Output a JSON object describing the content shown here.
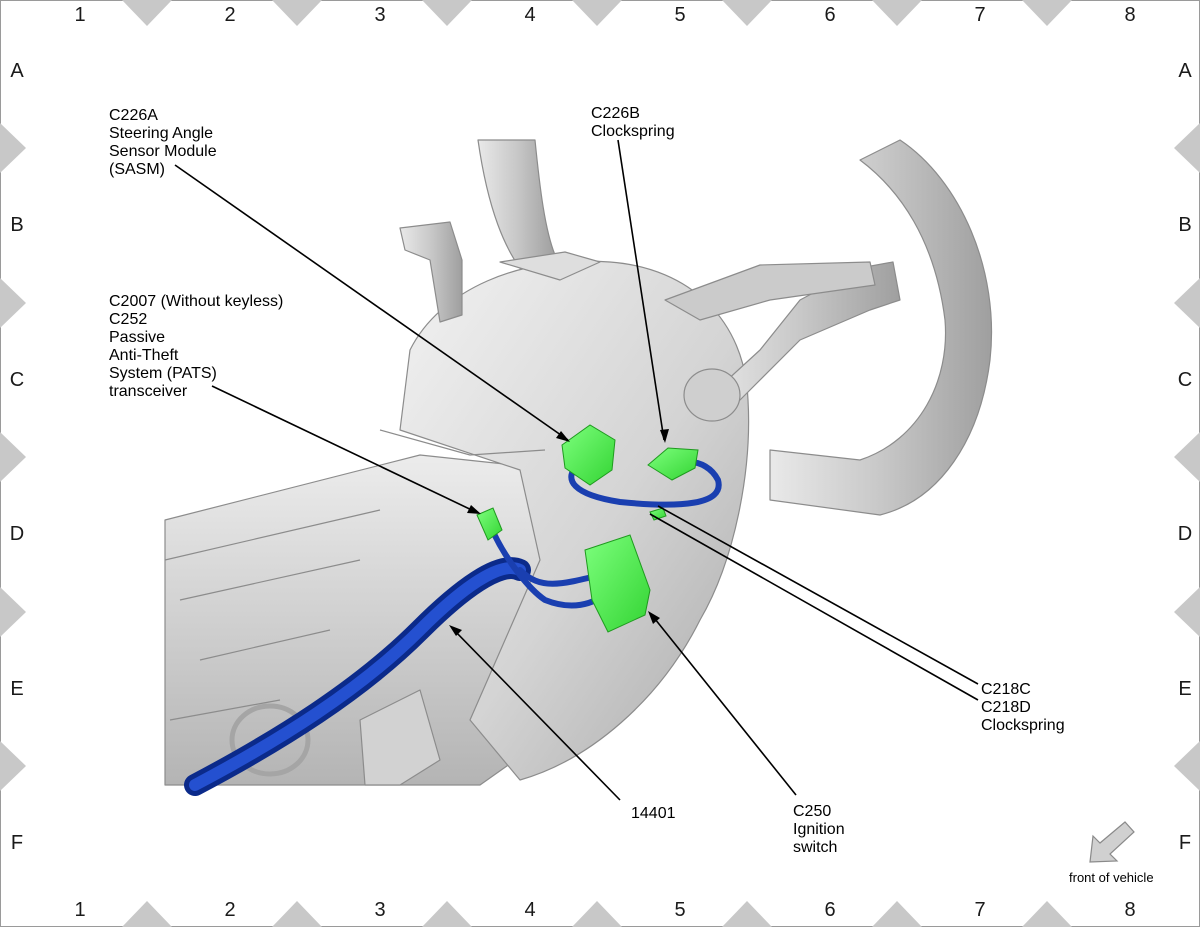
{
  "grid": {
    "columns": [
      "1",
      "2",
      "3",
      "4",
      "5",
      "6",
      "7",
      "8"
    ],
    "rows": [
      "A",
      "B",
      "C",
      "D",
      "E",
      "F"
    ]
  },
  "callouts": {
    "c226a": [
      "C226A",
      "Steering Angle",
      "Sensor Module",
      "(SASM)"
    ],
    "c226b": [
      "C226B",
      "Clockspring"
    ],
    "c2007": [
      "C2007 (Without keyless)",
      "C252",
      "Passive",
      "Anti-Theft",
      "System (PATS)",
      "transceiver"
    ],
    "c218": [
      "C218C",
      "C218D",
      "Clockspring"
    ],
    "harness": [
      "14401"
    ],
    "c250": [
      "C250",
      "Ignition",
      "switch"
    ]
  },
  "front_of_vehicle": "front of vehicle",
  "colors": {
    "connector": "#4ef04e",
    "harness": "#1a3fb0",
    "housing": "#d6d6d6",
    "grid_marker": "#c8c8c8"
  }
}
